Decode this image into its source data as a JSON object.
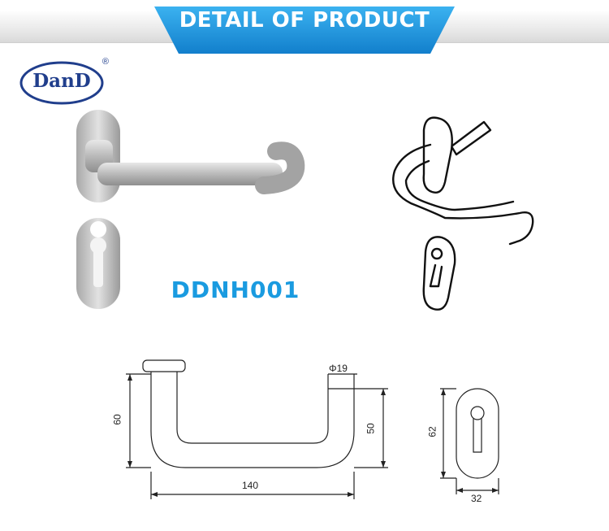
{
  "banner": {
    "title": "DETAIL OF PRODUCT"
  },
  "logo": {
    "text": "DanD",
    "reg": "®"
  },
  "product": {
    "model": "DDNH001"
  },
  "dimensions": {
    "diameter": "Φ19",
    "height_left": "60",
    "height_right": "50",
    "width": "140",
    "plate_height": "62",
    "plate_width": "32"
  },
  "colors": {
    "banner": "#1f9ae0",
    "logo": "#203e8c",
    "model_text": "#1a9be0"
  }
}
